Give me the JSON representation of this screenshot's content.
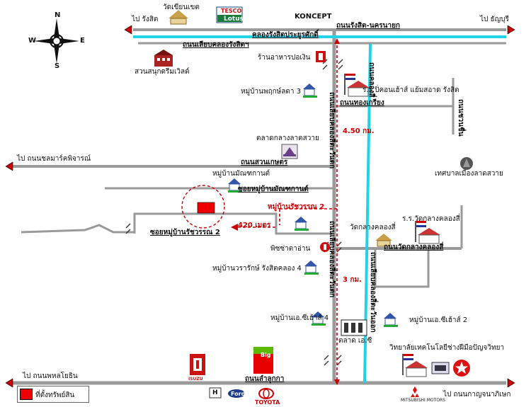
{
  "compass": {
    "n": "N",
    "s": "S",
    "e": "E",
    "w": "W"
  },
  "directions": {
    "top_left": "ไป รังสิต",
    "top_right": "ไป ธัญบุรี",
    "mid_left": "ไป ถนนชลมาร์คพิจารณ์",
    "bottom_left": "ไป ถนนพหลโยธิน",
    "bottom_right": "ไป ถนนกาญจนาภิเษก"
  },
  "roads": {
    "rangsit_nakhonnayok": "ถนนรังสิต-นครนายก",
    "canal": "คลองรังสิตประยูรศักดิ์",
    "canal_side_road": "ถนนเลียบคลองรังสิตฯ",
    "suan_kaset": "ถนนสวนเกษตร",
    "thong_kriang": "ถนนทองเกรียง",
    "wat_klang": "ถนนวัดกลางคลองสี่",
    "lam_luk_ka": "ถนนลำลูกกา",
    "soi_monthakan": "ซอยหมู่บ้านมัณฑกานต์",
    "soi_ratchawan": "ซอยหมู่บ้านรัชวรรณ 2",
    "vertical_main": "ถนนเลียบคลองสี่ตะวันตก",
    "vertical_canal": "ถนนเลียบคลองสี่ตะวันออก",
    "vertical_right": "ถนนชวนชื่น",
    "vertical_top": "ถนนคลองสี่"
  },
  "places": {
    "wat_khian_khet": "วัดเขียนเขต",
    "tesco_lotus_top": "TESCO",
    "tesco_lotus_bottom": "Lotus",
    "koncept": "KONCEPT",
    "dream_world": "สวนสนุกดรีมเวิลด์",
    "restaurant": "ร้านอาหารปอเงิน",
    "school_pieo": "ร.ร.ปิ่คอนเฮ้าส์ แย้มสอาด รังสิต",
    "pruksa": "หมู่บ้านพฤกษ์ลดา 3",
    "talat_lat_sawai": "ตลาดกลางลาดสวาย",
    "monthakan": "หมู่บ้านมัณฑกานต์",
    "municipality": "เทศบาลเมืองลาดสวาย",
    "ratchawan": "หมู่บ้านรัชวรรณ 2",
    "wat_klang": "วัดกลางคลองสี่",
    "school_wat_klang": "ร.ร.วัดกลางคลองสี่",
    "pit_sa_ta": "พิซซ่าตาอ่าน",
    "warak": "หมู่บ้านวรารักษ์ รังสิตคลอง 4",
    "ec_4": "หมู่บ้านเอ.ซีเฮ้าส์ 4",
    "ec_2": "หมู่บ้านเอ.ซีเฮ้าส์ 2",
    "market_ac": "ตลาด เอ.ซี",
    "college": "วิทยาลัยเทคโนโลยีช่างฝีมือปัญจวิทยา"
  },
  "distances": {
    "d1": "4.50 กม.",
    "d2": "3 กม.",
    "d3": "420 เมตร"
  },
  "brands": {
    "isuzu": "ISUZU",
    "bigc": "Big C",
    "toyota": "TOYOTA",
    "mitsubishi": "MITSUBISHI MOTORS",
    "honda": "H",
    "ford": "Ford"
  },
  "legend": {
    "label": "ที่ตั้งทรัพย์สิน",
    "color": "#ee0000"
  },
  "colors": {
    "road": "#9a9a9a",
    "canal": "#22d3e6",
    "arrow": "#cc0000",
    "route": "#cc0000",
    "property": "#ee0000"
  }
}
